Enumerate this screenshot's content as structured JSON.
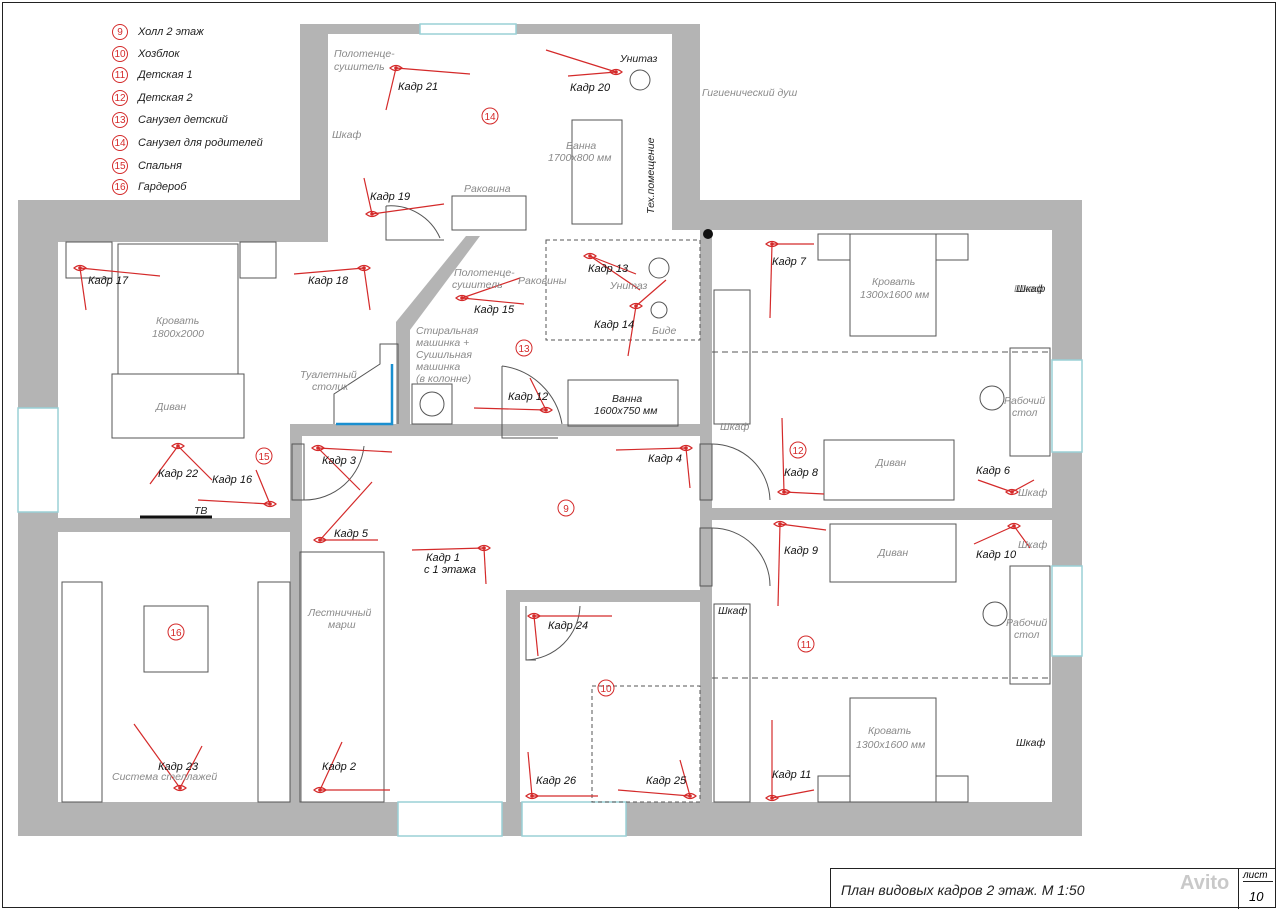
{
  "legend": [
    {
      "num": "9",
      "name": "Холл 2 этаж"
    },
    {
      "num": "10",
      "name": "Хозблок"
    },
    {
      "num": "11",
      "name": "Детская 1"
    },
    {
      "num": "12",
      "name": "Детская 2"
    },
    {
      "num": "13",
      "name": "Санузел детский"
    },
    {
      "num": "14",
      "name": "Санузел для родителей"
    },
    {
      "num": "15",
      "name": "Спальня"
    },
    {
      "num": "16",
      "name": "Гардероб"
    }
  ],
  "room_numbers": [
    "9",
    "10",
    "11",
    "12",
    "13",
    "14",
    "15",
    "16"
  ],
  "cameras": [
    "Кадр 1",
    "с 1 этажа",
    "Кадр 2",
    "Кадр 3",
    "Кадр 4",
    "Кадр 5",
    "Кадр 6",
    "Кадр 7",
    "Кадр 8",
    "Кадр 9",
    "Кадр 10",
    "Кадр 11",
    "Кадр 12",
    "Кадр 13",
    "Кадр 14",
    "Кадр 15",
    "Кадр 16",
    "Кадр 17",
    "Кадр 18",
    "Кадр 19",
    "Кадр 20",
    "Кадр 21",
    "Кадр 22",
    "Кадр 23",
    "Кадр 24",
    "Кадр 25",
    "Кадр 26"
  ],
  "furniture_labels": [
    "Полотенце-",
    "сушитель",
    "Унитаз",
    "Гигиенический душ",
    "Шкаф",
    "Ванна",
    "1700x800 мм",
    "Тех.помещение",
    "Раковина",
    "Кровать",
    "1800x2000",
    "Диван",
    "Туалетный",
    "столик",
    "Полотенце-",
    "сушитель",
    "Раковины",
    "Унитаз",
    "Биде",
    "Стиральная",
    "машинка +",
    "Сушильная",
    "машинка",
    "(в колонне)",
    "Ванна",
    "1600x750 мм",
    "Кровать",
    "1300x1600 мм",
    "Шкаф",
    "Шкаф",
    "Рабочий",
    "стол",
    "Шкаф",
    "Диван",
    "Шкаф",
    "Диван",
    "Шкаф",
    "Рабочий",
    "стол",
    "Шкаф",
    "Кровать",
    "1300x1600 мм",
    "Шкаф",
    "ТВ",
    "Лестничный",
    "марш",
    "Система стеллажей"
  ],
  "title": "План видовых кадров 2 этаж. М 1:50",
  "sheet_label": "лист",
  "sheet_number": "10",
  "watermark": "Avito",
  "colors": {
    "wall": "#b4b4b4",
    "camera": "#d42a2a",
    "line": "#555555",
    "window": "#9ad0d6",
    "accent": "#1a8fd0"
  }
}
